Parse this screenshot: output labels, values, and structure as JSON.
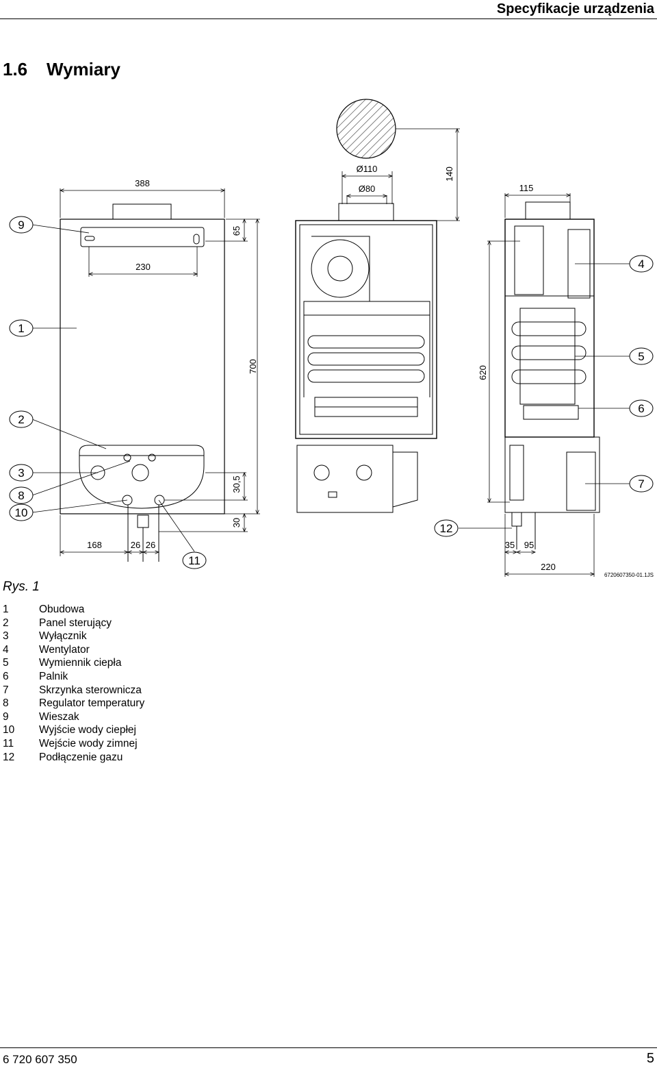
{
  "header": {
    "title": "Specyfikacje urządzenia"
  },
  "section": {
    "number": "1.6",
    "title": "Wymiary"
  },
  "figure": {
    "dimensions": {
      "width_total": "388",
      "hanger_width": "230",
      "flue_outer": "Ø110",
      "flue_inner": "Ø80",
      "flue_height": "140",
      "side_top": "115",
      "top_offset": "65",
      "height_total": "700",
      "height_inner": "620",
      "panel_offset": "30,5",
      "bottom_offset": "30",
      "left_offset": "168",
      "pipe_spacing_1": "26",
      "pipe_spacing_2": "26",
      "gas_offset": "35",
      "gas_spacing": "95",
      "depth": "220"
    },
    "callouts": [
      "1",
      "2",
      "3",
      "4",
      "5",
      "6",
      "7",
      "8",
      "9",
      "10",
      "11",
      "12"
    ],
    "drawing_code": "6720607350-01.1JS",
    "caption": "Rys. 1"
  },
  "legend": [
    {
      "num": "1",
      "label": "Obudowa"
    },
    {
      "num": "2",
      "label": "Panel sterujący"
    },
    {
      "num": "3",
      "label": "Wyłącznik"
    },
    {
      "num": "4",
      "label": "Wentylator"
    },
    {
      "num": "5",
      "label": "Wymiennik ciepła"
    },
    {
      "num": "6",
      "label": "Palnik"
    },
    {
      "num": "7",
      "label": "Skrzynka sterownicza"
    },
    {
      "num": "8",
      "label": "Regulator temperatury"
    },
    {
      "num": "9",
      "label": "Wieszak"
    },
    {
      "num": "10",
      "label": "Wyjście wody ciepłej"
    },
    {
      "num": "11",
      "label": "Wejście wody zimnej"
    },
    {
      "num": "12",
      "label": "Podłączenie gazu"
    }
  ],
  "footer": {
    "doc_number": "6 720 607 350",
    "page": "5"
  }
}
